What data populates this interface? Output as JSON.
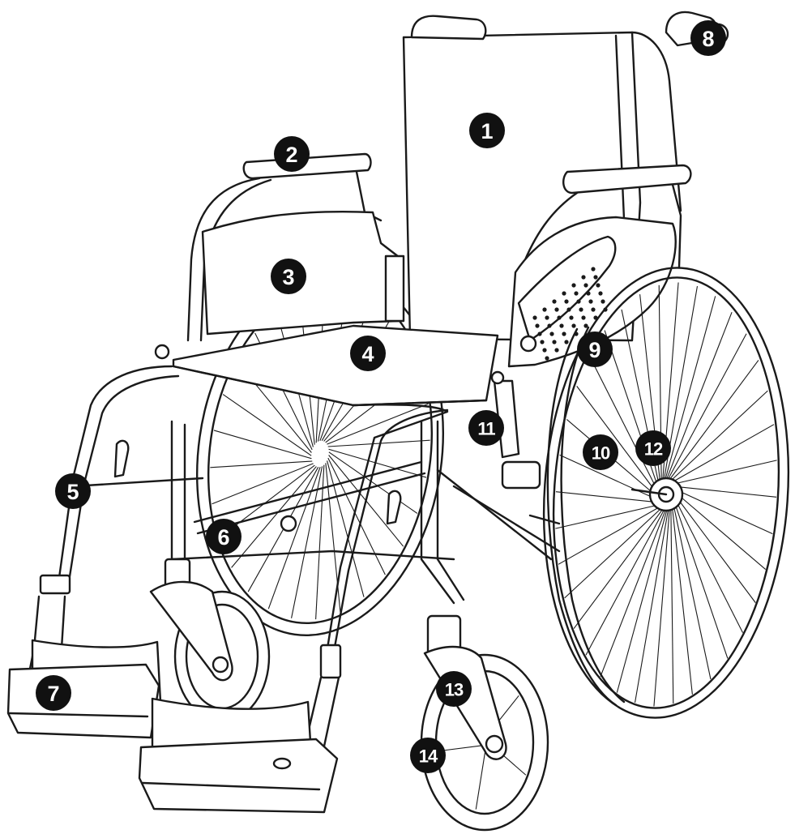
{
  "callouts": [
    {
      "id": "1",
      "label": "1"
    },
    {
      "id": "2",
      "label": "2"
    },
    {
      "id": "3",
      "label": "3"
    },
    {
      "id": "4",
      "label": "4"
    },
    {
      "id": "5",
      "label": "5"
    },
    {
      "id": "6",
      "label": "6"
    },
    {
      "id": "7",
      "label": "7"
    },
    {
      "id": "8",
      "label": "8"
    },
    {
      "id": "9",
      "label": "9"
    },
    {
      "id": "10",
      "label": "10"
    },
    {
      "id": "11",
      "label": "11"
    },
    {
      "id": "12",
      "label": "12"
    },
    {
      "id": "13",
      "label": "13"
    },
    {
      "id": "14",
      "label": "14"
    }
  ],
  "colors": {
    "line": "#1a1a1a",
    "badge": "#111111",
    "badge_text": "#ffffff",
    "background": "#ffffff"
  }
}
